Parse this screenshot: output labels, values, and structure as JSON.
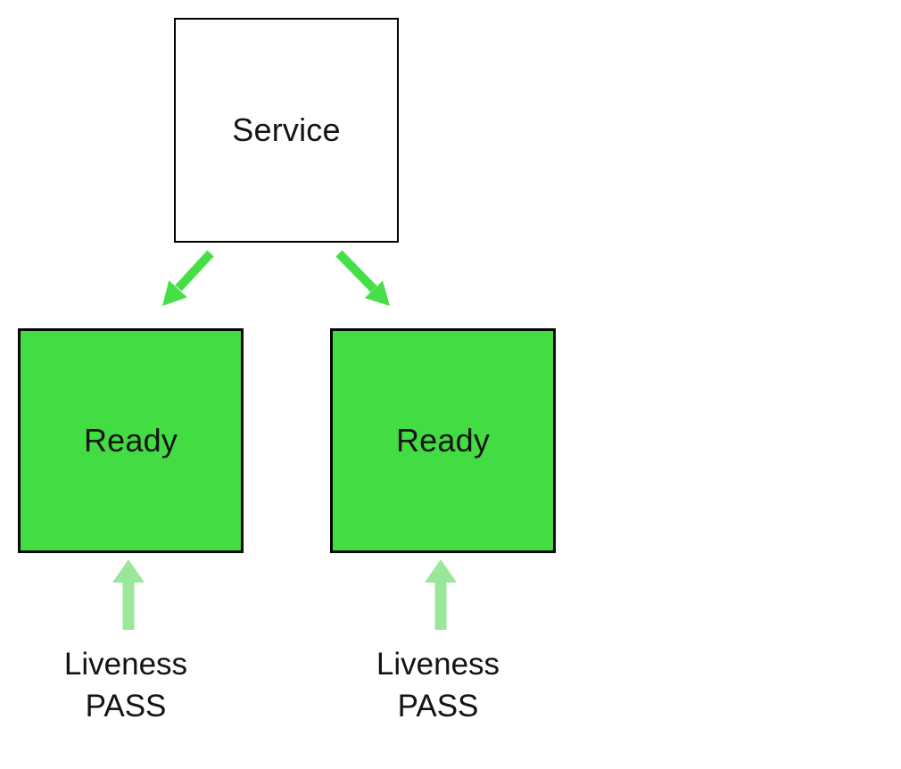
{
  "diagram": {
    "title": "service-readiness-diagram",
    "service": {
      "label": "Service"
    },
    "pods": [
      {
        "label": "Ready",
        "probe": {
          "name": "Liveness",
          "result": "PASS"
        }
      },
      {
        "label": "Ready",
        "probe": {
          "name": "Liveness",
          "result": "PASS"
        }
      }
    ],
    "colors": {
      "pod_fill": "#43DC43",
      "routing_arrow": "#47DF47",
      "probe_arrow": "#9AE79A",
      "node_border": "#000000",
      "text": "#141414",
      "background": "#FFFFFF"
    }
  }
}
